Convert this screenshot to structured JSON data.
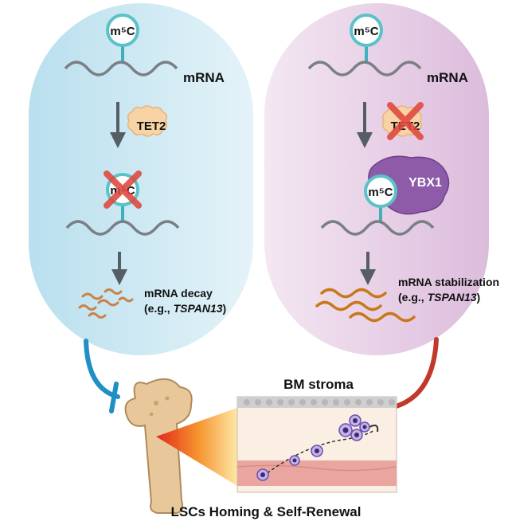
{
  "left_panel": {
    "modification": "m⁵C",
    "rna_label": "mRNA",
    "enzyme": "TET2",
    "outcome_line1": "mRNA decay",
    "outcome_line2_prefix": "(e.g., ",
    "outcome_gene": "TSPAN13",
    "outcome_line2_suffix": ")"
  },
  "right_panel": {
    "modification": "m⁵C",
    "rna_label": "mRNA",
    "enzyme": "TET2",
    "reader": "YBX1",
    "outcome_line1": "mRNA stabilization",
    "outcome_line2_prefix": "(e.g., ",
    "outcome_gene": "TSPAN13",
    "outcome_line2_suffix": ")"
  },
  "stroma_label": "BM stroma",
  "caption": "LSCs Homing & Self-Renewal",
  "colors": {
    "left_panel_bg": "#cfe9f3",
    "right_panel_bg": "#ead3ea",
    "modification_ring": "#5bc2c9",
    "enzyme_fill": "#f7d3a5",
    "reader_fill": "#8e5ba8",
    "inhibit_arrow": "#1f8fc6",
    "activate_arrow": "#c0392b",
    "cross": "#e0473e"
  }
}
